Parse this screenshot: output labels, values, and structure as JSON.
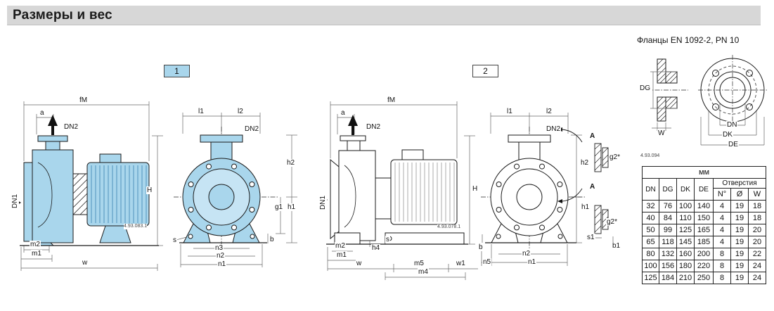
{
  "page": {
    "title": "Размеры и вес"
  },
  "badges": {
    "d1": "1",
    "d2": "2"
  },
  "flanges": {
    "title": "Фланцы EN 1092-2, PN 10",
    "ref": "4.93.094",
    "labels": {
      "DG": "DG",
      "W": "W",
      "DN": "DN",
      "DK": "DK",
      "DE": "DE"
    }
  },
  "dims": {
    "fM": "fM",
    "a": "a",
    "DN1": "DN1",
    "DN2": "DN2",
    "H": "H",
    "l1": "l1",
    "l2": "l2",
    "h1": "h1",
    "h2": "h2",
    "g1": "g1",
    "g2": "g2*",
    "h4": "h4",
    "m1": "m1",
    "m2": "m2",
    "m4": "m4",
    "m5": "m5",
    "w": "w",
    "w1": "w1",
    "s": "s",
    "s1": "s1",
    "n1": "n1",
    "n2": "n2",
    "n3": "n3",
    "n5": "n5",
    "b": "b",
    "b1": "b1",
    "A": "A"
  },
  "refs": {
    "d1": "4.93.083.1",
    "d2": "4.93.078.1"
  },
  "colors": {
    "pump_fill": "#a9d6ec",
    "badge1_fill": "#a9d6ec",
    "titlebar_bg": "#d7d7d7"
  },
  "table": {
    "unit": "мм",
    "holes": "Отверстия",
    "columns": [
      "DN",
      "DG",
      "DK",
      "DE",
      "N°",
      "Ø",
      "W"
    ],
    "rows": [
      [
        "32",
        "76",
        "100",
        "140",
        "4",
        "19",
        "18"
      ],
      [
        "40",
        "84",
        "110",
        "150",
        "4",
        "19",
        "18"
      ],
      [
        "50",
        "99",
        "125",
        "165",
        "4",
        "19",
        "20"
      ],
      [
        "65",
        "118",
        "145",
        "185",
        "4",
        "19",
        "20"
      ],
      [
        "80",
        "132",
        "160",
        "200",
        "8",
        "19",
        "22"
      ],
      [
        "100",
        "156",
        "180",
        "220",
        "8",
        "19",
        "24"
      ],
      [
        "125",
        "184",
        "210",
        "250",
        "8",
        "19",
        "24"
      ]
    ]
  }
}
